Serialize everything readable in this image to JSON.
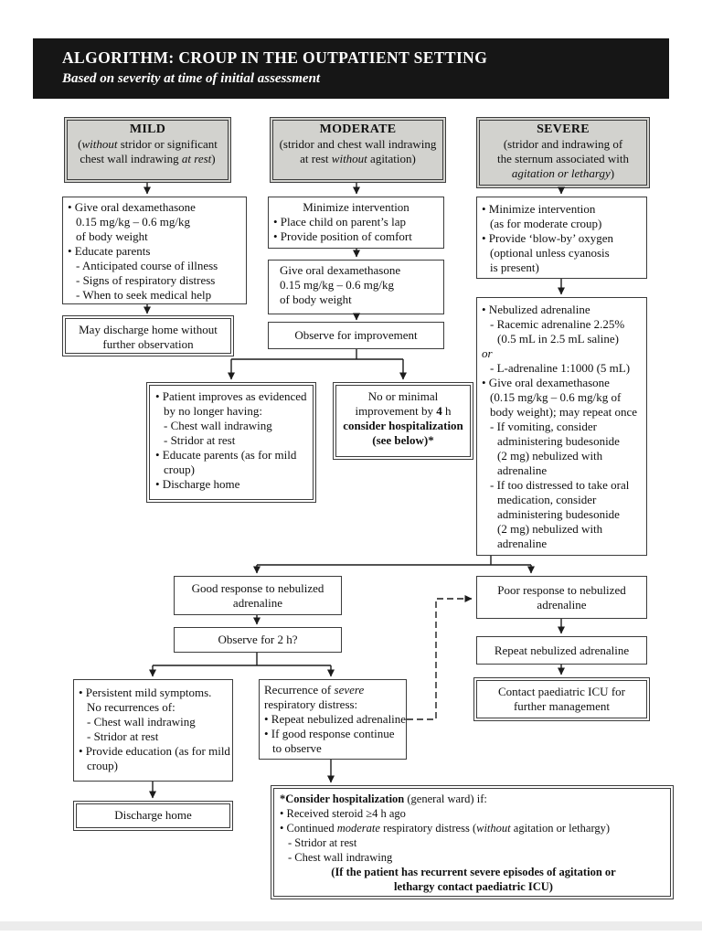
{
  "colors": {
    "page_bg": "#ffffff",
    "title_bg": "#161616",
    "title_fg": "#ffffff",
    "header_bg": "#d2d2ce",
    "border": "#3c3c3c"
  },
  "title": {
    "line1": "ALGORITHM: CROUP IN THE OUTPATIENT SETTING",
    "line2": "Based on severity at time of initial assessment"
  },
  "boxes": {
    "mild_header": {
      "title": "MILD",
      "subtitle": [
        {
          "seg": [
            "(",
            {
              "t": "without",
              "s": "i"
            },
            {
              "t": " stridor or significant"
            }
          ]
        },
        {
          "seg": [
            "chest wall indrawing ",
            {
              "t": "at rest",
              "s": "i"
            },
            ")"
          ]
        }
      ]
    },
    "moderate_header": {
      "title": "MODERATE",
      "subtitle": [
        "(stridor and chest wall indrawing",
        {
          "seg": [
            "at rest ",
            {
              "t": "without",
              "s": "i"
            },
            {
              "t": " agitation)"
            }
          ]
        }
      ]
    },
    "severe_header": {
      "title": "SEVERE",
      "subtitle": [
        "(stridor and indrawing of",
        "the sternum associated with",
        {
          "seg": [
            {
              "t": "agitation or lethargy",
              "s": "i"
            },
            ")"
          ]
        }
      ]
    },
    "mild_treatment": {
      "lines": [
        "• Give oral dexamethasone",
        {
          "ind": 1,
          "seg": [
            "0.15 mg/kg – 0.6 mg/kg"
          ]
        },
        {
          "ind": 1,
          "seg": [
            "of body weight"
          ]
        },
        "• Educate parents",
        {
          "ind": 1,
          "seg": [
            "- Anticipated course of illness"
          ]
        },
        {
          "ind": 1,
          "seg": [
            "- Signs of respiratory distress"
          ]
        },
        {
          "ind": 1,
          "seg": [
            "- When to seek medical help"
          ]
        }
      ]
    },
    "mild_discharge": {
      "lines": [
        "May discharge home without",
        "further observation"
      ]
    },
    "moderate_minimize": {
      "lines": [
        {
          "c": true,
          "seg": [
            "Minimize intervention"
          ]
        },
        "• Place child on parent’s lap",
        "• Provide position of comfort"
      ]
    },
    "moderate_dex": {
      "lines": [
        "Give oral dexamethasone",
        "0.15 mg/kg – 0.6 mg/kg",
        "of body weight"
      ]
    },
    "moderate_observe": {
      "lines": [
        "Observe for improvement"
      ]
    },
    "severe_minimize": {
      "lines": [
        "• Minimize intervention",
        {
          "ind": 1,
          "seg": [
            "(as for moderate croup)"
          ]
        },
        "• Provide ‘blow-by’ oxygen",
        {
          "ind": 1,
          "seg": [
            "(optional unless cyanosis"
          ]
        },
        {
          "ind": 1,
          "seg": [
            "is present)"
          ]
        }
      ]
    },
    "severe_adrenaline": {
      "lines": [
        "• Nebulized adrenaline",
        {
          "ind": 1,
          "seg": [
            "- Racemic adrenaline 2.25%"
          ]
        },
        {
          "ind": 2,
          "seg": [
            "(0.5 mL in 2.5 mL saline)"
          ]
        },
        {
          "seg": [
            {
              "t": "or",
              "s": "i"
            }
          ]
        },
        {
          "ind": 1,
          "seg": [
            "- L-adrenaline 1:1000 (5 mL)"
          ]
        },
        "• Give oral dexamethasone",
        {
          "ind": 1,
          "seg": [
            "(0.15 mg/kg – 0.6 mg/kg of"
          ]
        },
        {
          "ind": 1,
          "seg": [
            "body weight); may repeat once"
          ]
        },
        {
          "ind": 1,
          "seg": [
            "- If vomiting, consider"
          ]
        },
        {
          "ind": 2,
          "seg": [
            "administering budesonide"
          ]
        },
        {
          "ind": 2,
          "seg": [
            "(2 mg) nebulized with"
          ]
        },
        {
          "ind": 2,
          "seg": [
            "adrenaline"
          ]
        },
        {
          "ind": 1,
          "seg": [
            "- If too distressed to take oral"
          ]
        },
        {
          "ind": 2,
          "seg": [
            "medication, consider"
          ]
        },
        {
          "ind": 2,
          "seg": [
            "administering budesonide"
          ]
        },
        {
          "ind": 2,
          "seg": [
            "(2 mg) nebulized with"
          ]
        },
        {
          "ind": 2,
          "seg": [
            "adrenaline"
          ]
        }
      ]
    },
    "patient_improves": {
      "lines": [
        "• Patient improves as evidenced",
        {
          "ind": 1,
          "seg": [
            "by no longer having:"
          ]
        },
        {
          "ind": 1,
          "seg": [
            "- Chest wall indrawing"
          ]
        },
        {
          "ind": 1,
          "seg": [
            "- Stridor at rest"
          ]
        },
        "• Educate parents (as for mild",
        {
          "ind": 1,
          "seg": [
            "croup)"
          ]
        },
        "• Discharge home"
      ]
    },
    "no_improvement": {
      "lines": [
        "No or minimal",
        {
          "seg": [
            "improvement by ",
            {
              "t": "4",
              "s": "b"
            },
            {
              "t": " h"
            }
          ]
        },
        {
          "seg": [
            {
              "t": "consider hospitalization",
              "s": "b"
            }
          ]
        },
        {
          "seg": [
            {
              "t": "(see below)*",
              "s": "b"
            }
          ]
        }
      ]
    },
    "good_response": {
      "lines": [
        "Good response to nebulized",
        "adrenaline"
      ]
    },
    "observe_2h": {
      "lines": [
        "Observe for 2 h?"
      ]
    },
    "poor_response": {
      "lines": [
        "Poor response to nebulized",
        "adrenaline"
      ]
    },
    "repeat_adrenaline": {
      "lines": [
        "Repeat nebulized adrenaline"
      ]
    },
    "contact_icu": {
      "lines": [
        "Contact paediatric ICU for",
        "further management"
      ]
    },
    "persistent_mild": {
      "lines": [
        "• Persistent mild symptoms.",
        {
          "ind": 1,
          "seg": [
            "No recurrences of:"
          ]
        },
        {
          "ind": 1,
          "seg": [
            "- Chest wall indrawing"
          ]
        },
        {
          "ind": 1,
          "seg": [
            "- Stridor at rest"
          ]
        },
        "• Provide education (as for mild",
        {
          "ind": 1,
          "seg": [
            "croup)"
          ]
        }
      ]
    },
    "discharge_home": {
      "lines": [
        "Discharge home"
      ]
    },
    "recurrence": {
      "lines": [
        {
          "seg": [
            "Recurrence of ",
            {
              "t": "severe",
              "s": "i"
            }
          ]
        },
        "respiratory distress:",
        "• Repeat nebulized adrenaline",
        "• If good response continue",
        {
          "ind": 1,
          "seg": [
            "to observe"
          ]
        }
      ]
    },
    "hospitalization_note": {
      "lines": [
        {
          "seg": [
            {
              "t": "*Consider hospitalization",
              "s": "b"
            },
            {
              "t": " (general ward) if:"
            }
          ]
        },
        "• Received steroid ≥4 h ago",
        {
          "seg": [
            "• Continued ",
            {
              "t": "moderate",
              "s": "i"
            },
            {
              "t": " respiratory distress ("
            },
            {
              "t": "without",
              "s": "i"
            },
            {
              "t": " agitation or lethargy)"
            }
          ]
        },
        {
          "ind": 1,
          "seg": [
            "- Stridor at rest"
          ]
        },
        {
          "ind": 1,
          "seg": [
            "- Chest wall indrawing"
          ]
        },
        {
          "c": true,
          "seg": [
            {
              "t": "(If the patient has recurrent severe episodes of agitation or",
              "s": "b"
            }
          ]
        },
        {
          "c": true,
          "seg": [
            {
              "t": "lethargy contact paediatric ICU)",
              "s": "b"
            }
          ]
        }
      ]
    }
  }
}
